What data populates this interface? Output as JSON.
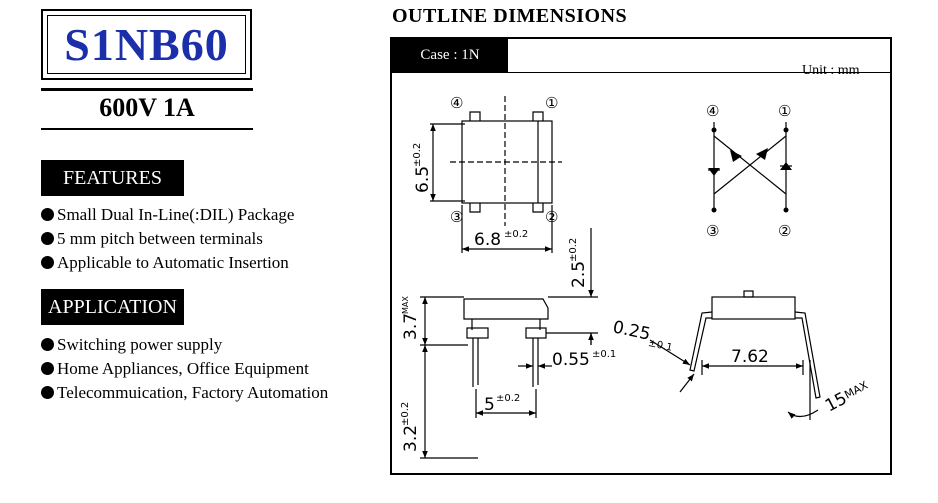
{
  "part_number": "S1NB60",
  "rating": "600V 1A",
  "features": {
    "heading": "FEATURES",
    "items": [
      "Small Dual In-Line(:DIL) Package",
      "5 mm pitch between terminals",
      "Applicable to Automatic Insertion"
    ]
  },
  "application": {
    "heading": "APPLICATION",
    "items": [
      "Switching power supply",
      "Home Appliances, Office Equipment",
      "Telecommuication,  Factory Automation"
    ]
  },
  "outline": {
    "title": "OUTLINE DIMENSIONS",
    "case": "Case : 1N",
    "unit": "Unit : mm",
    "pins": [
      "④",
      "①",
      "③",
      "②"
    ],
    "dimensions": {
      "height_body": "6.5",
      "height_body_tol": "±0.2",
      "width_body": "6.8",
      "width_body_tol": "±0.2",
      "standoff": "2.5",
      "standoff_tol": "±0.2",
      "total_height": "3.7",
      "total_height_tol": "MAX",
      "lead_width": "0.55",
      "lead_width_tol": "±0.1",
      "pitch": "5",
      "pitch_tol": "±0.2",
      "lead_length": "3.2",
      "lead_length_tol": "±0.2",
      "lead_thickness": "0.25",
      "lead_thickness_tol": "±0.1",
      "row_spacing": "7.62",
      "angle": "15",
      "angle_tol": "MAX"
    }
  }
}
